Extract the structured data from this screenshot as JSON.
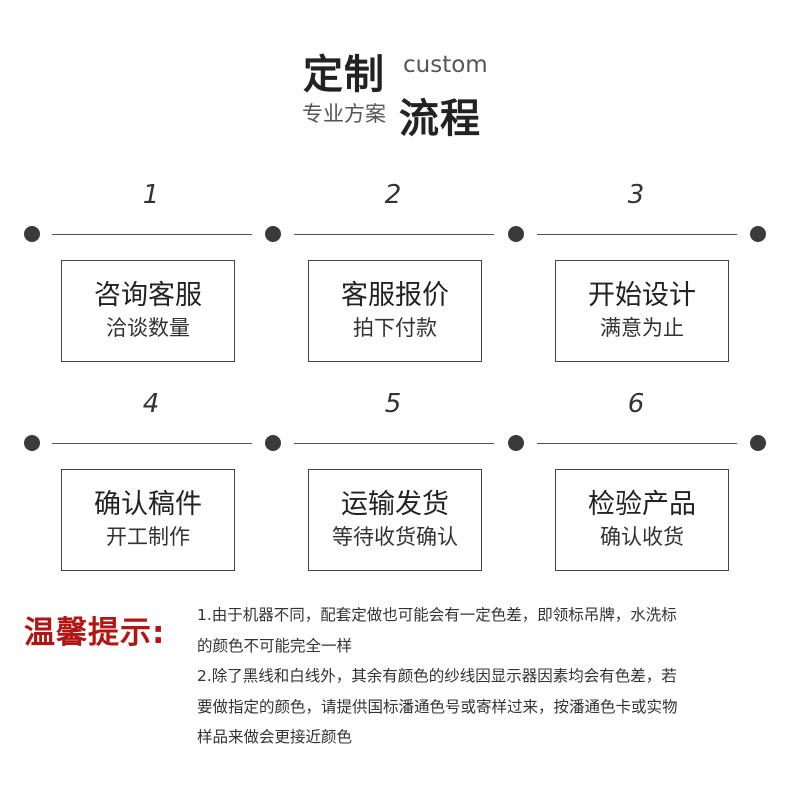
{
  "header": {
    "title_part1": "定制",
    "title_en": "custom",
    "subtitle": "专业方案",
    "title_part2": "流程"
  },
  "steps": [
    {
      "number": "1",
      "title": "咨询客服",
      "subtitle": "洽谈数量"
    },
    {
      "number": "2",
      "title": "客服报价",
      "subtitle": "拍下付款"
    },
    {
      "number": "3",
      "title": "开始设计",
      "subtitle": "满意为止"
    },
    {
      "number": "4",
      "title": "确认稿件",
      "subtitle": "开工制作"
    },
    {
      "number": "5",
      "title": "运输发货",
      "subtitle": "等待收货确认"
    },
    {
      "number": "6",
      "title": "检验产品",
      "subtitle": "确认收货"
    }
  ],
  "tips": {
    "label": "温馨提示:",
    "line1": "1.由于机器不同，配套定做也可能会有一定色差，即领标吊牌，水洗标",
    "line2": "的颜色不可能完全一样",
    "line3": "2.除了黑线和白线外，其余有颜色的纱线因显示器因素均会有色差，若",
    "line4": "要做指定的颜色，请提供国标潘通色号或寄样过来，按潘通色卡或实物",
    "line5": "样品来做会更接近颜色"
  },
  "colors": {
    "accent_red": "#b31515",
    "dot": "#3a3a3a",
    "text": "#2a2a2a"
  }
}
